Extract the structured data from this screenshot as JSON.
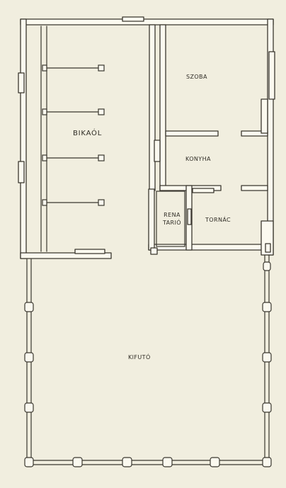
{
  "plan": {
    "rooms": {
      "barn": "BIKAÓL",
      "living_room": "SZOBA",
      "kitchen": "KONYHA",
      "storage_line1": "RENA",
      "storage_line2": "TARIÓ",
      "porch": "TORNÁC",
      "yard": "KIFUTÓ"
    }
  }
}
